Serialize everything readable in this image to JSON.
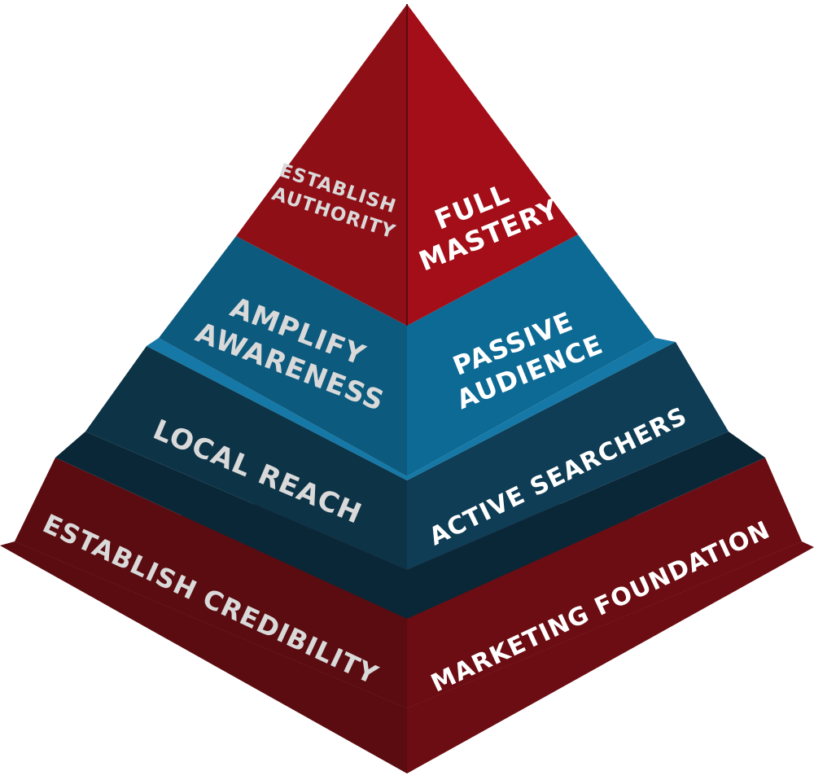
{
  "pyramid": {
    "tiers": [
      {
        "id": "top",
        "left_label": [
          "ESTABLISH",
          "AUTHORITY"
        ],
        "right_label": [
          "FULL",
          "MASTERY"
        ],
        "colors": {
          "left": "#8f0f17",
          "right": "#a30e18",
          "edge": "#5e0a10"
        }
      },
      {
        "id": "second",
        "left_label": [
          "AMPLIFY",
          "AWARENESS"
        ],
        "right_label": [
          "PASSIVE",
          "AUDIENCE"
        ],
        "colors": {
          "left": "#0c5a7e",
          "right": "#0d6a94",
          "top": "#1578a6",
          "edge": "#094663"
        }
      },
      {
        "id": "third",
        "left_label": [
          "LOCAL REACH"
        ],
        "right_label": [
          "ACTIVE SEARCHERS"
        ],
        "colors": {
          "left": "#0d3347",
          "right": "#0f3d55",
          "top": "#123f57",
          "edge": "#0a2737"
        }
      },
      {
        "id": "bottom",
        "left_label": [
          "ESTABLISH CREDIBILITY"
        ],
        "right_label": [
          "MARKETING FOUNDATION"
        ],
        "colors": {
          "left": "#5a0c10",
          "right": "#6b0d12",
          "top": "#701117",
          "edge": "#430809"
        }
      }
    ]
  }
}
